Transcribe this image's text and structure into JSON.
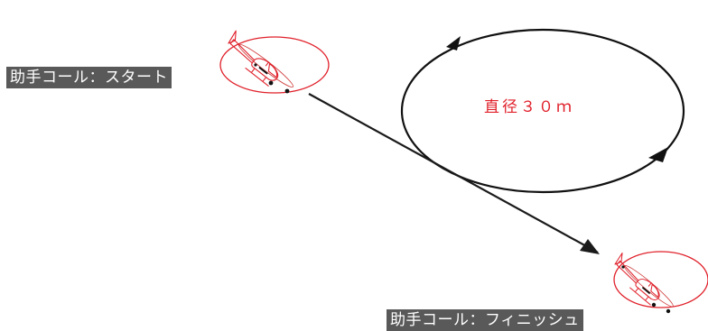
{
  "labels": {
    "start_call": "助手コール：スタート",
    "finish_call": "助手コール：フィニッシュ",
    "circle_diameter": "直径３０ｍ"
  },
  "icons": {
    "start": "helicopter-icon",
    "finish": "helicopter-icon"
  },
  "colors": {
    "path": "#1a1a1a",
    "accent": "#e0202a",
    "label_bg": "#595959",
    "label_text": "#ffffff"
  }
}
